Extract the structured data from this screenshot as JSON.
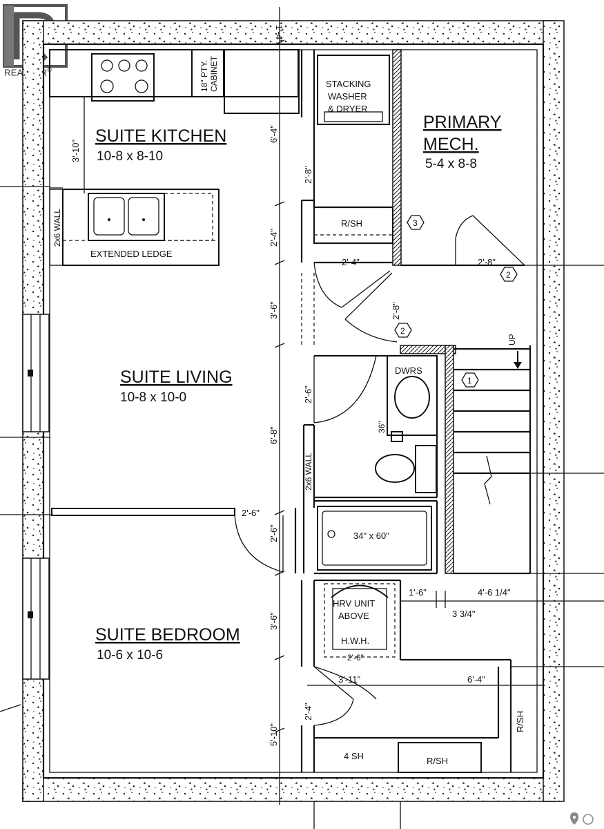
{
  "brand": {
    "logo_text": "REALTOR",
    "logo_mark": "®"
  },
  "rooms": {
    "kitchen": {
      "name": "SUITE KITCHEN",
      "dims": "10-8 x 8-10"
    },
    "mech": {
      "name_line1": "PRIMARY",
      "name_line2": "MECH.",
      "dims": "5-4 x 8-8"
    },
    "living": {
      "name": "SUITE LIVING",
      "dims": "10-8 x 10-0"
    },
    "bedroom": {
      "name": "SUITE BEDROOM",
      "dims": "10-6 x 10-6"
    }
  },
  "fixtures": {
    "cabinet_line1": "18\" PTY.",
    "cabinet_line2": "CABINET",
    "washer_line1": "STACKING",
    "washer_line2": "WASHER",
    "washer_line3": "& DRYER",
    "wall_kitchen": "2x6 WALL",
    "ledge": "EXTENDED LEDGE",
    "rsh_top": "R/SH",
    "dwrs": "DWRS",
    "tub": "34\" x 60\"",
    "wall_bath": "2x6 WALL",
    "hrv_line1": "HRV UNIT",
    "hrv_line2": "ABOVE",
    "hwh": "H.W.H.",
    "sh4": "4 SH",
    "rsh_bottom": "R/SH",
    "rsh_right": "R/SH",
    "up": "UP"
  },
  "dimensions": {
    "d_1_4": "1'-4\"",
    "d_3_10": "3'-10\"",
    "d_6_4_top": "6'-4\"",
    "d_2_8_washer": "2'-8\"",
    "d_2_4_mid": "2'-4\"",
    "d_2_4_door": "2'-4\"",
    "d_2_8_mech": "2'-8\"",
    "d_3_6_top": "3'-6\"",
    "d_2_8_hall": "2'-8\"",
    "d_2_6_bath": "2'-6\"",
    "d_6_8": "6'-8\"",
    "d_36": "36\"",
    "d_2_6_bed_door": "2'-6\"",
    "d_2_6_v": "2'-6\"",
    "d_3_6_low": "3'-6\"",
    "d_1_6": "1'-6\"",
    "d_4_6_14": "4'-6 1/4\"",
    "d_3_34": "3 3/4\"",
    "d_2_6_hwh": "2'-6\"",
    "d_3_11": "3'-11\"",
    "d_6_4_bottom": "6'-4\"",
    "d_2_4_low": "2'-4\"",
    "d_5_10": "5'-10\""
  },
  "markers": {
    "m1": "1",
    "m2a": "2",
    "m2b": "2",
    "m3": "3"
  }
}
